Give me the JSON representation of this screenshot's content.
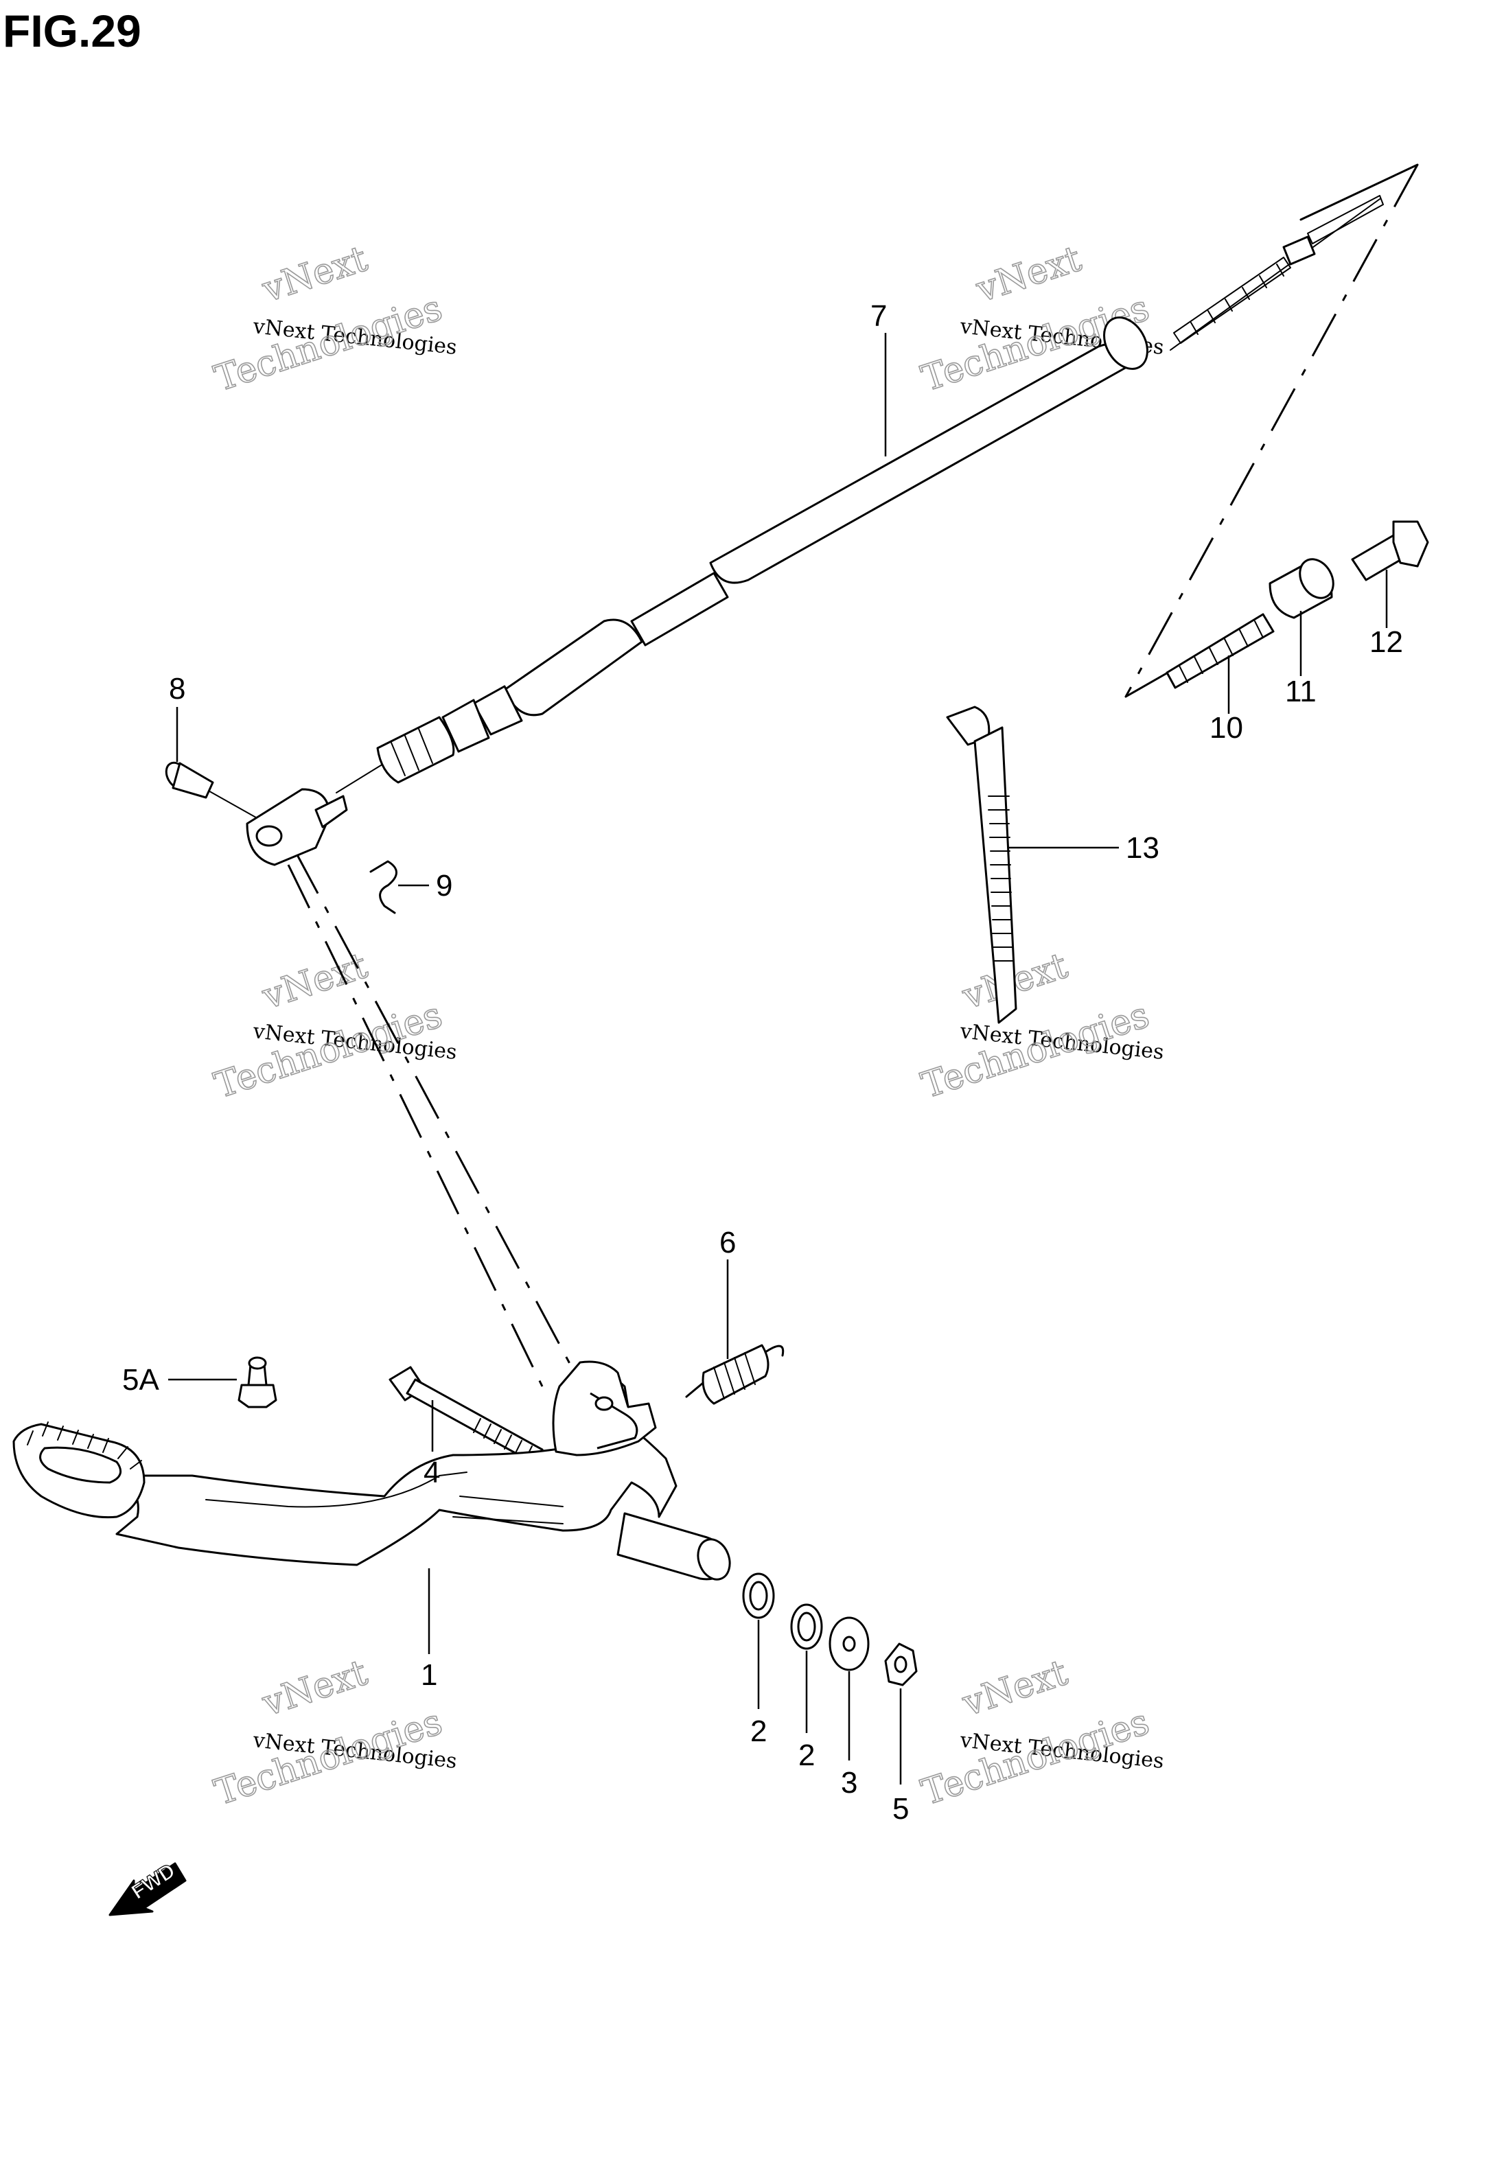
{
  "figure": {
    "title": "FIG.29"
  },
  "watermark": {
    "line1": "vNext",
    "line2": "vNext Technologies",
    "line3": "Technologies"
  },
  "callouts": {
    "c1": "1",
    "c2a": "2",
    "c2b": "2",
    "c3": "3",
    "c4": "4",
    "c5": "5",
    "c5a": "5A",
    "c6": "6",
    "c7": "7",
    "c8": "8",
    "c9": "9",
    "c10": "10",
    "c11": "11",
    "c12": "12",
    "c13": "13"
  },
  "direction": {
    "label": "FWD"
  }
}
